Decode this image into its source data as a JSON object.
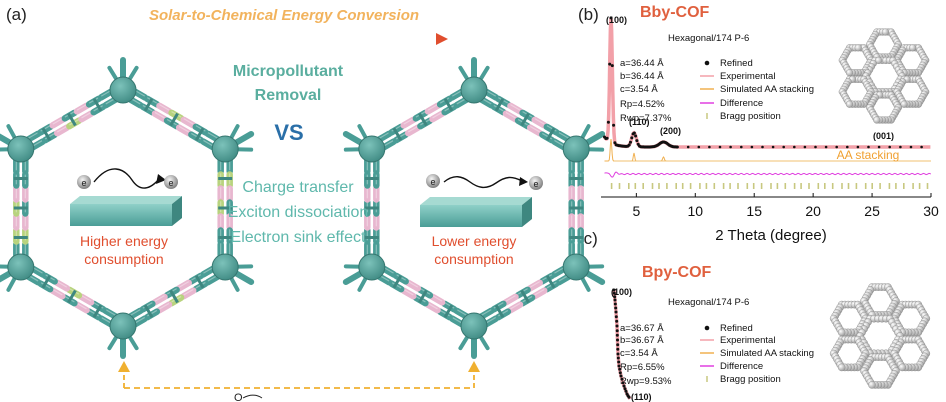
{
  "labels": {
    "a": "(a)",
    "b": "(b)",
    "c": "(c)"
  },
  "left_panel": {
    "banner": "Solar-to-Chemical Energy Conversion",
    "micropollutant": "Micropollutant",
    "removal": "Removal",
    "vs": "VS",
    "mechanisms": [
      "Charge transfer",
      "Exciton dissociation",
      "Electron sink effect"
    ],
    "left_caption": [
      "Higher energy",
      "consumption"
    ],
    "right_caption": [
      "Lower energy",
      "consumption"
    ],
    "electron_symbol": "e",
    "bottom_fragment": "O"
  },
  "panel_b": {
    "title": "Bby-COF",
    "space_group": "Hexagonal/174 P-6",
    "params": [
      "a=36.44 Å",
      "b=36.44 Å",
      "c=3.54 Å",
      "Rp=4.52%",
      "Rwp=7.37%"
    ],
    "legend": [
      "Refined",
      "Experimental",
      "Simulated AA stacking",
      "Difference",
      "Bragg position"
    ],
    "peaks": [
      "(100)",
      "(110)",
      "(200)",
      "(001)"
    ],
    "aa_label": "AA stacking",
    "xlabel": "2 Theta (degree)",
    "xticks": [
      "5",
      "10",
      "15",
      "20",
      "25",
      "30"
    ]
  },
  "panel_c": {
    "title": "Bpy-COF",
    "space_group": "Hexagonal/174 P-6",
    "params": [
      "a=36.67 Å",
      "b=36.67 Å",
      "c=3.54 Å",
      "Rp=6.55%",
      "Rwp=9.53%"
    ],
    "legend": [
      "Refined",
      "Experimental",
      "Simulated AA stacking",
      "Difference",
      "Bragg position"
    ],
    "peaks": [
      "(100)",
      "(110)"
    ]
  },
  "colors": {
    "teal": "#4a9d96",
    "pink": "#e8b7cf",
    "green": "#b8d37e",
    "red": "#e04e2e",
    "orange": "#f2b35d",
    "blue": "#2a6fa8",
    "magenta": "#e040e0",
    "experimental": "#f2a0a8",
    "simulated": "#f0b050",
    "bragg": "#c8c880"
  }
}
